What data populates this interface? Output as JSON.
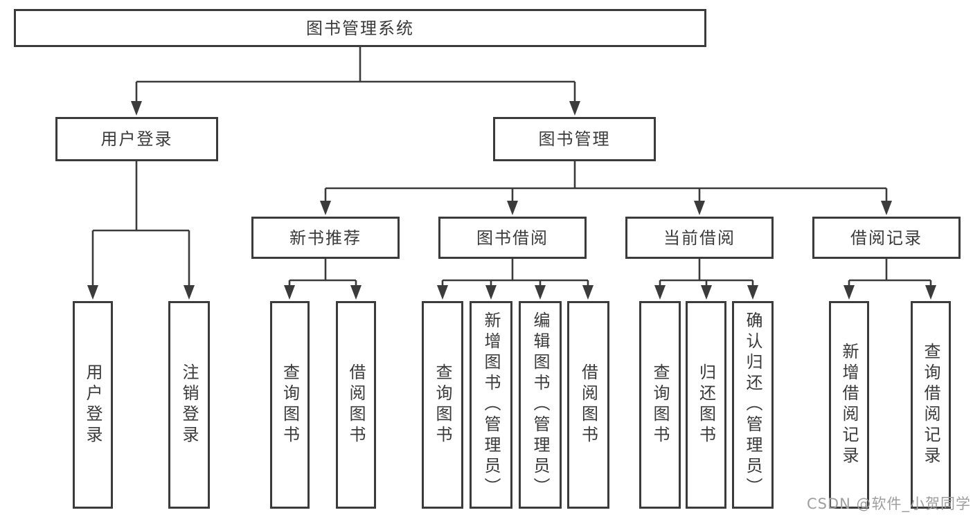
{
  "tree": {
    "label": "图书管理系统",
    "children": [
      {
        "label": "用户登录",
        "children": [
          {
            "label": "用户登录"
          },
          {
            "label": "注销登录"
          }
        ]
      },
      {
        "label": "图书管理",
        "children": [
          {
            "label": "新书推荐",
            "children": [
              {
                "label": "查询图书"
              },
              {
                "label": "借阅图书"
              }
            ]
          },
          {
            "label": "图书借阅",
            "children": [
              {
                "label": "查询图书"
              },
              {
                "label": "新增图书（管理员）"
              },
              {
                "label": "编辑图书（管理员）"
              },
              {
                "label": "借阅图书"
              }
            ]
          },
          {
            "label": "当前借阅",
            "children": [
              {
                "label": "查询图书"
              },
              {
                "label": "归还图书"
              },
              {
                "label": "确认归还（管理员）"
              }
            ]
          },
          {
            "label": "借阅记录",
            "children": [
              {
                "label": "新增借阅记录"
              },
              {
                "label": "查询借阅记录"
              }
            ]
          }
        ]
      }
    ]
  },
  "watermark": "CSDN @软件_小贺同学",
  "colors": {
    "line": "#3b3b3b",
    "text": "#3a3a3a",
    "watermark_text": "#9e9e9e",
    "background": "#ffffff"
  }
}
